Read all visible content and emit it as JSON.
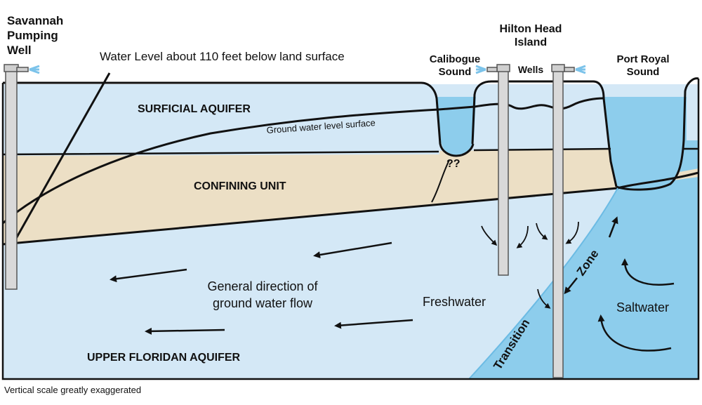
{
  "labels": {
    "savannah_line1": "Savannah",
    "savannah_line2": "Pumping",
    "savannah_line3": "Well",
    "water_level": "Water Level about 110 feet below land surface",
    "calibogue_line1": "Calibogue",
    "calibogue_line2": "Sound",
    "hilton_line1": "Hilton Head",
    "hilton_line2": "Island",
    "wells": "Wells",
    "port_royal_line1": "Port Royal",
    "port_royal_line2": "Sound",
    "surficial_aquifer": "SURFICIAL AQUIFER",
    "gw_level_surface": "Ground water level surface",
    "confining_unit": "CONFINING UNIT",
    "question_marks": "??",
    "general_direction_line1": "General direction of",
    "general_direction_line2": "ground water flow",
    "freshwater": "Freshwater",
    "saltwater": "Saltwater",
    "zone": "Zone",
    "transition": "Transition",
    "upper_floridan_aquifer": "UPPER FLORIDAN AQUIFER",
    "footnote": "Vertical scale greatly exaggerated"
  },
  "colors": {
    "land_light_blue": "#d4e8f6",
    "confining_tan": "#ecdfc5",
    "saltwater_blue": "#8dcdec",
    "sound_water": "#8dcdec",
    "outline": "#111111",
    "well_gray": "#d9d9d9",
    "spray_blue": "#7cc3ea"
  }
}
